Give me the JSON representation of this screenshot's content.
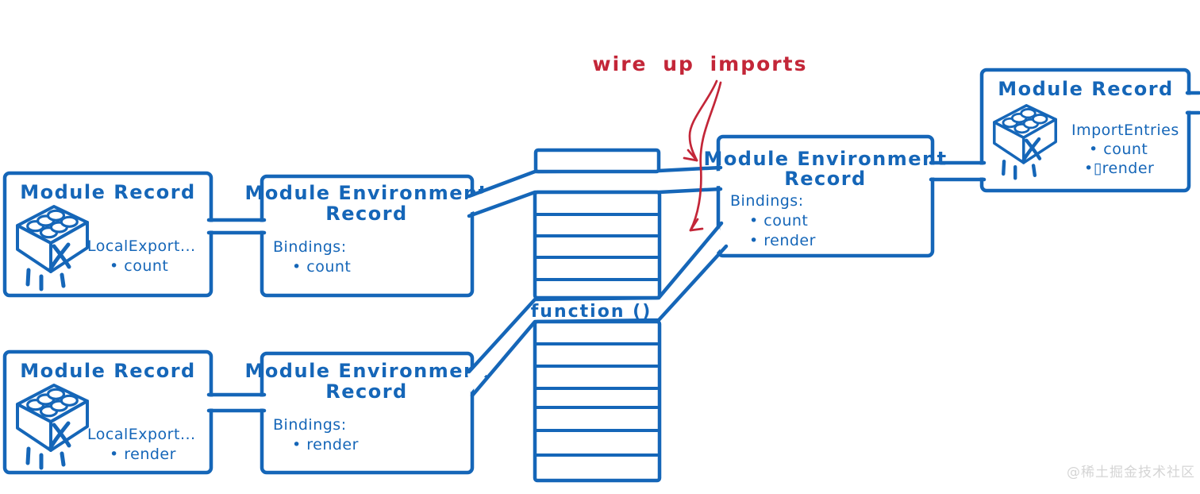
{
  "colors": {
    "diagram_blue": "#1566b8",
    "annotation_red": "#c32638",
    "watermark_gray": "#d5d5d5",
    "background": "#ffffff"
  },
  "annotation": {
    "text": "wire up imports"
  },
  "boxes": {
    "top_left_module_record": {
      "title": "Module Record",
      "export_label": "LocalExport...",
      "export_item": "• count"
    },
    "top_module_env_record": {
      "title_line1": "Module Environment",
      "title_line2": "Record",
      "bindings_label": "Bindings:",
      "binding_1": "• count"
    },
    "main_module_env_record": {
      "title_line1": "Module Environment",
      "title_line2": "Record",
      "bindings_label": "Bindings:",
      "binding_1": "• count",
      "binding_2": "• render"
    },
    "top_right_module_record": {
      "title": "Module Record",
      "import_label": "ImportEntries",
      "import_1": "• count",
      "import_2": "•▯render"
    },
    "bottom_left_module_record": {
      "title": "Module Record",
      "export_label": "LocalExport...",
      "export_item": "• render"
    },
    "bottom_module_env_record": {
      "title_line1": "Module Environment",
      "title_line2": "Record",
      "bindings_label": "Bindings:",
      "binding_1": "• render"
    }
  },
  "stack": {
    "function_label": "function ()"
  },
  "watermark": {
    "text": "@稀土掘金技术社区"
  }
}
